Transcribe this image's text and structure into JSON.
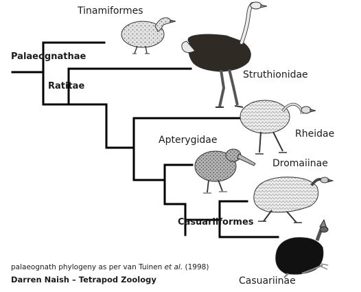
{
  "labels": {
    "tinamiformes": "Tinamiformes",
    "palaeognathae": "Palaeognathae",
    "ratitae": "Ratitae",
    "struthionidae": "Struthionidae",
    "rheidae": "Rheidae",
    "apterygidae": "Apterygidae",
    "dromaiinae": "Dromaiinae",
    "casuariiformes": "Casuariiformes",
    "casuariinae": "Casuariinae"
  },
  "caption": {
    "line1_prefix": "palaeognath phylogeny as per van Tuinen ",
    "line1_italic": "et al.",
    "line1_suffix": " (1998)",
    "line2": "Darren Naish – Tetrapod Zoology"
  },
  "colors": {
    "branch": "#000000",
    "text": "#1a1a1a",
    "bird_outline": "#333333",
    "bird_light": "#e6e6e6",
    "bird_mid": "#b8b8b8",
    "ostrich_body": "#2f2a24",
    "cassowary_body": "#111111"
  },
  "icons": [
    "tinamou-illustration",
    "ostrich-illustration",
    "rhea-illustration",
    "kiwi-illustration",
    "emu-illustration",
    "cassowary-illustration"
  ]
}
